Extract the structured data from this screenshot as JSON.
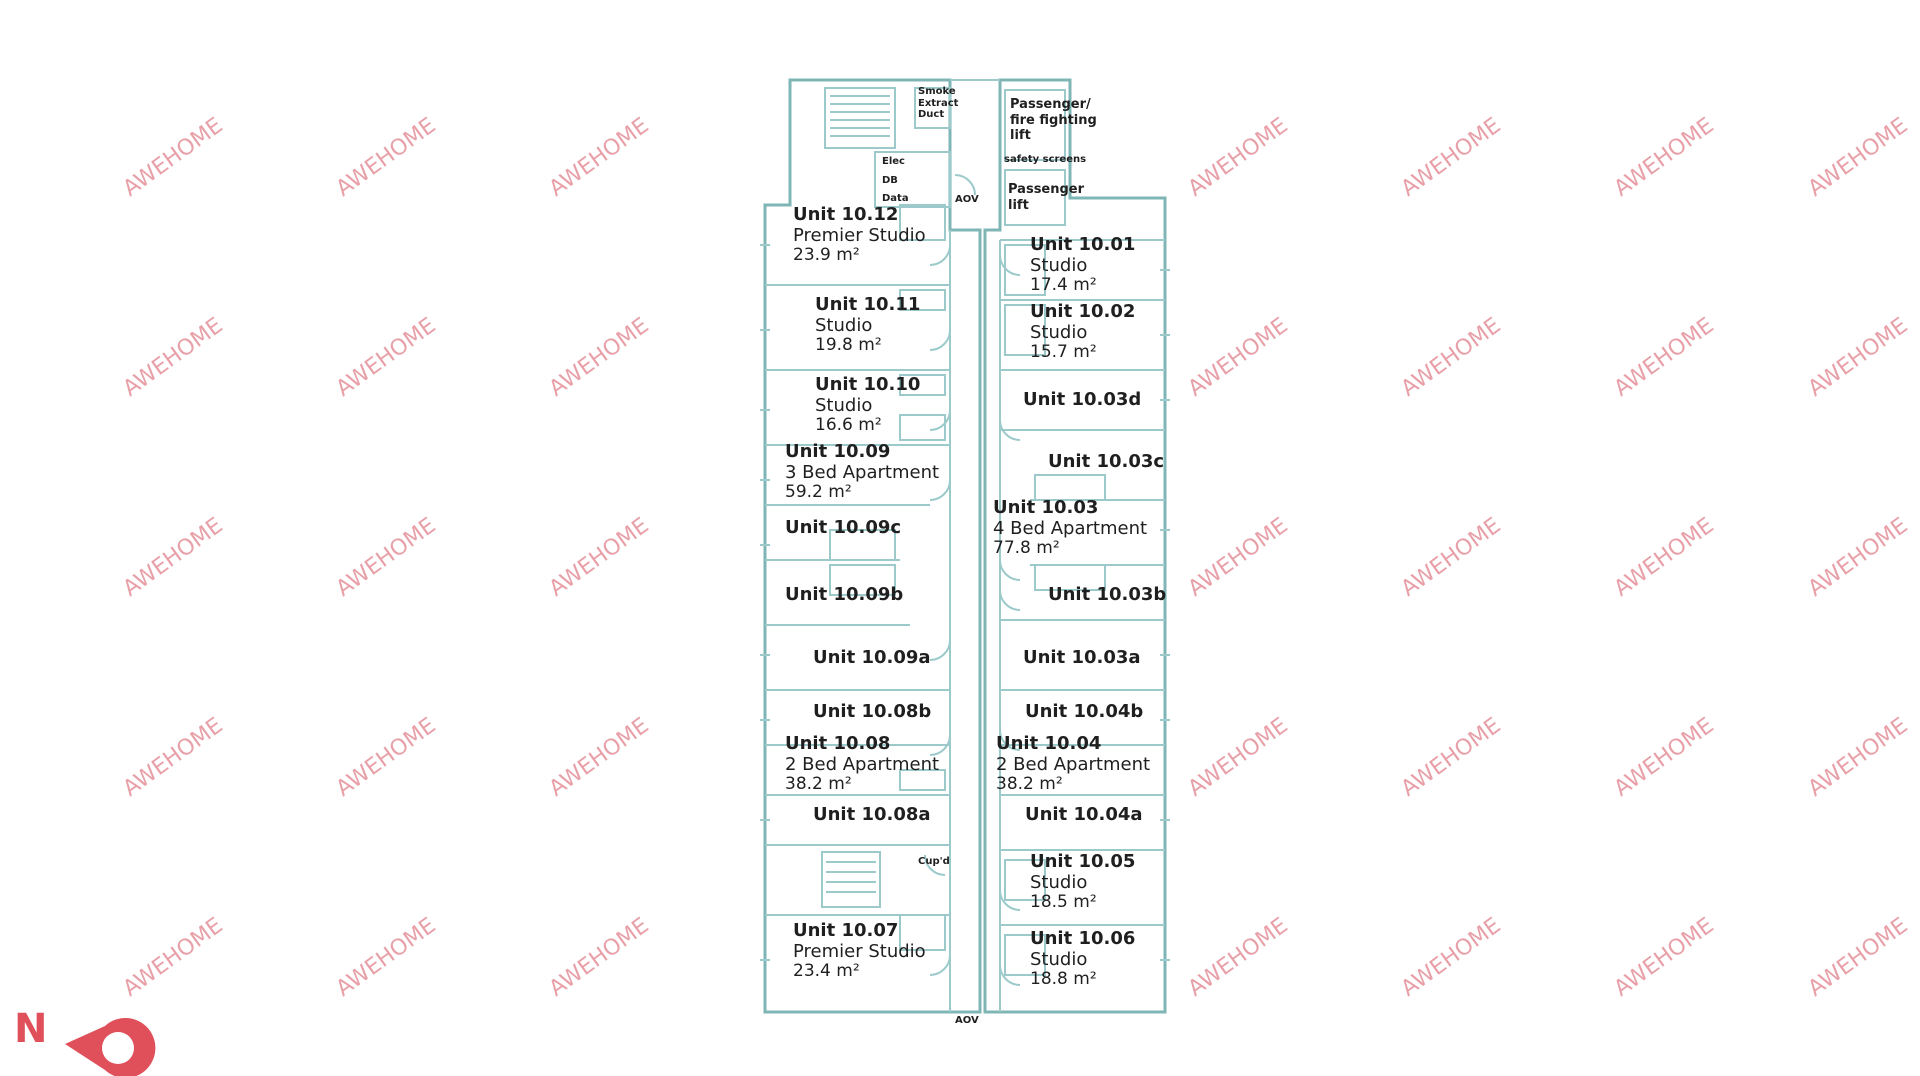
{
  "watermark": "AWEHOME",
  "compass": {
    "label": "N"
  },
  "colors": {
    "wall": "#7fb5b5",
    "line": "#9ccaca",
    "watermark": "#e8a0a8",
    "compass": "#e0505a",
    "text": "#1f1f1f"
  },
  "service_labels": {
    "smoke": "Smoke Extract Duct",
    "lift1": "Passenger/ fire fighting lift",
    "safety": "safety screens",
    "lift2": "Passenger lift",
    "elec": "Elec",
    "db": "DB",
    "data": "Data",
    "aov_top": "AOV",
    "aov_bottom": "AOV",
    "cupd": "Cup'd"
  },
  "units": {
    "u1012": {
      "unit": "Unit 10.12",
      "type": "Premier Studio",
      "area": "23.9 m²"
    },
    "u1011": {
      "unit": "Unit 10.11",
      "type": "Studio",
      "area": "19.8 m²"
    },
    "u1010": {
      "unit": "Unit 10.10",
      "type": "Studio",
      "area": "16.6 m²"
    },
    "u1009": {
      "unit": "Unit 10.09",
      "type": "3 Bed Apartment",
      "area": "59.2 m²"
    },
    "u1009c": {
      "unit": "Unit 10.09c"
    },
    "u1009b": {
      "unit": "Unit 10.09b"
    },
    "u1009a": {
      "unit": "Unit 10.09a"
    },
    "u1008b": {
      "unit": "Unit 10.08b"
    },
    "u1008": {
      "unit": "Unit 10.08",
      "type": "2 Bed Apartment",
      "area": "38.2 m²"
    },
    "u1008a": {
      "unit": "Unit 10.08a"
    },
    "u1007": {
      "unit": "Unit 10.07",
      "type": "Premier Studio",
      "area": "23.4 m²"
    },
    "u1001": {
      "unit": "Unit 10.01",
      "type": "Studio",
      "area": "17.4 m²"
    },
    "u1002": {
      "unit": "Unit 10.02",
      "type": "Studio",
      "area": "15.7 m²"
    },
    "u1003d": {
      "unit": "Unit 10.03d"
    },
    "u1003c": {
      "unit": "Unit 10.03c"
    },
    "u1003": {
      "unit": "Unit 10.03",
      "type": "4 Bed Apartment",
      "area": "77.8 m²"
    },
    "u1003b": {
      "unit": "Unit 10.03b"
    },
    "u1003a": {
      "unit": "Unit 10.03a"
    },
    "u1004b": {
      "unit": "Unit 10.04b"
    },
    "u1004": {
      "unit": "Unit 10.04",
      "type": "2 Bed Apartment",
      "area": "38.2 m²"
    },
    "u1004a": {
      "unit": "Unit 10.04a"
    },
    "u1005": {
      "unit": "Unit 10.05",
      "type": "Studio",
      "area": "18.5 m²"
    },
    "u1006": {
      "unit": "Unit 10.06",
      "type": "Studio",
      "area": "18.8 m²"
    }
  }
}
